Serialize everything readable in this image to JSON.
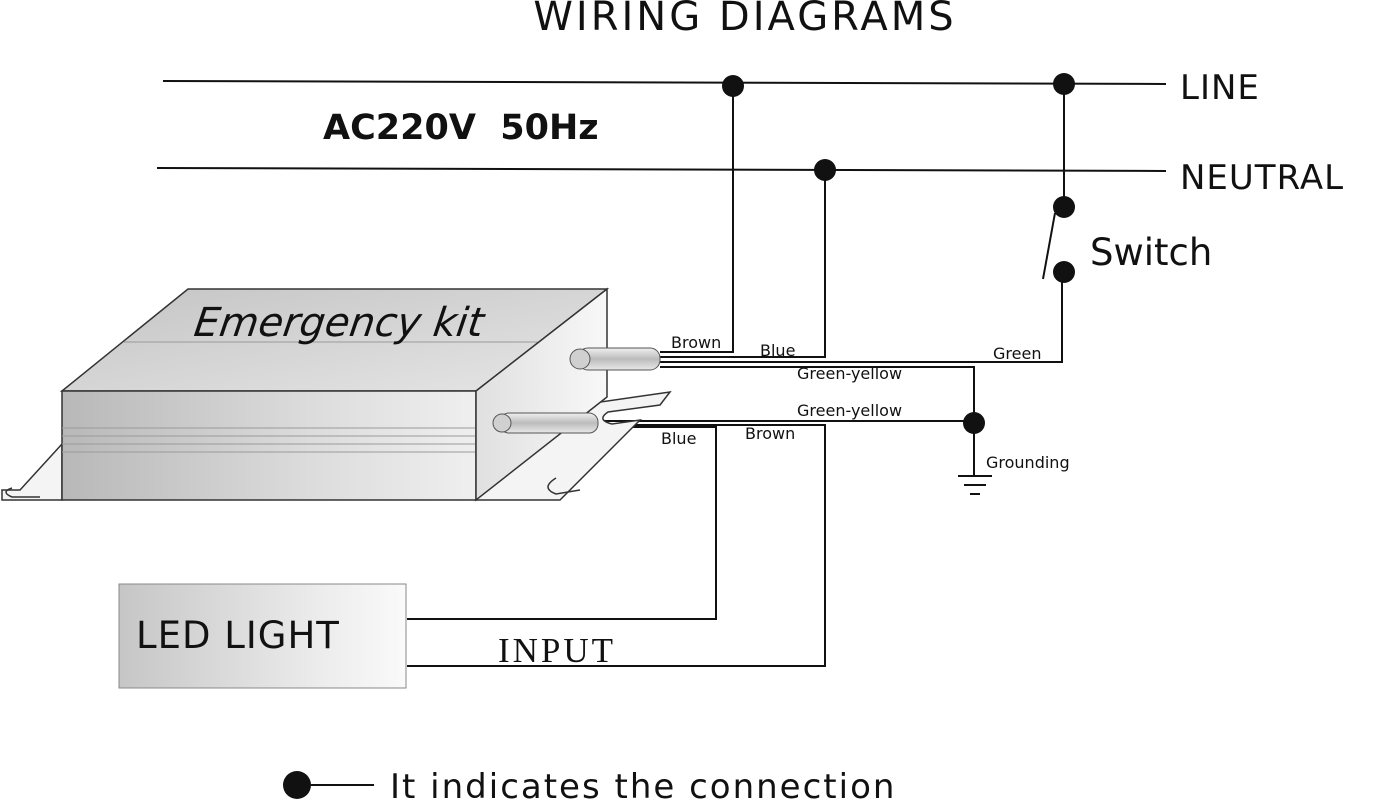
{
  "title": "WIRING DIAGRAMS",
  "supply": "AC220V  50Hz",
  "lines": {
    "line": "LINE",
    "neutral": "NEUTRAL"
  },
  "switch_label": "Switch",
  "kit_label": "Emergency kit",
  "wires": {
    "brown_top": "Brown",
    "blue_top": "Blue",
    "green": "Green",
    "green_yellow_top": "Green-yellow",
    "green_yellow_bottom": "Green-yellow",
    "blue_bottom": "Blue",
    "brown_bottom": "Brown"
  },
  "grounding": "Grounding",
  "led_light": "LED LIGHT",
  "input": "INPUT",
  "legend": "It indicates the connection"
}
